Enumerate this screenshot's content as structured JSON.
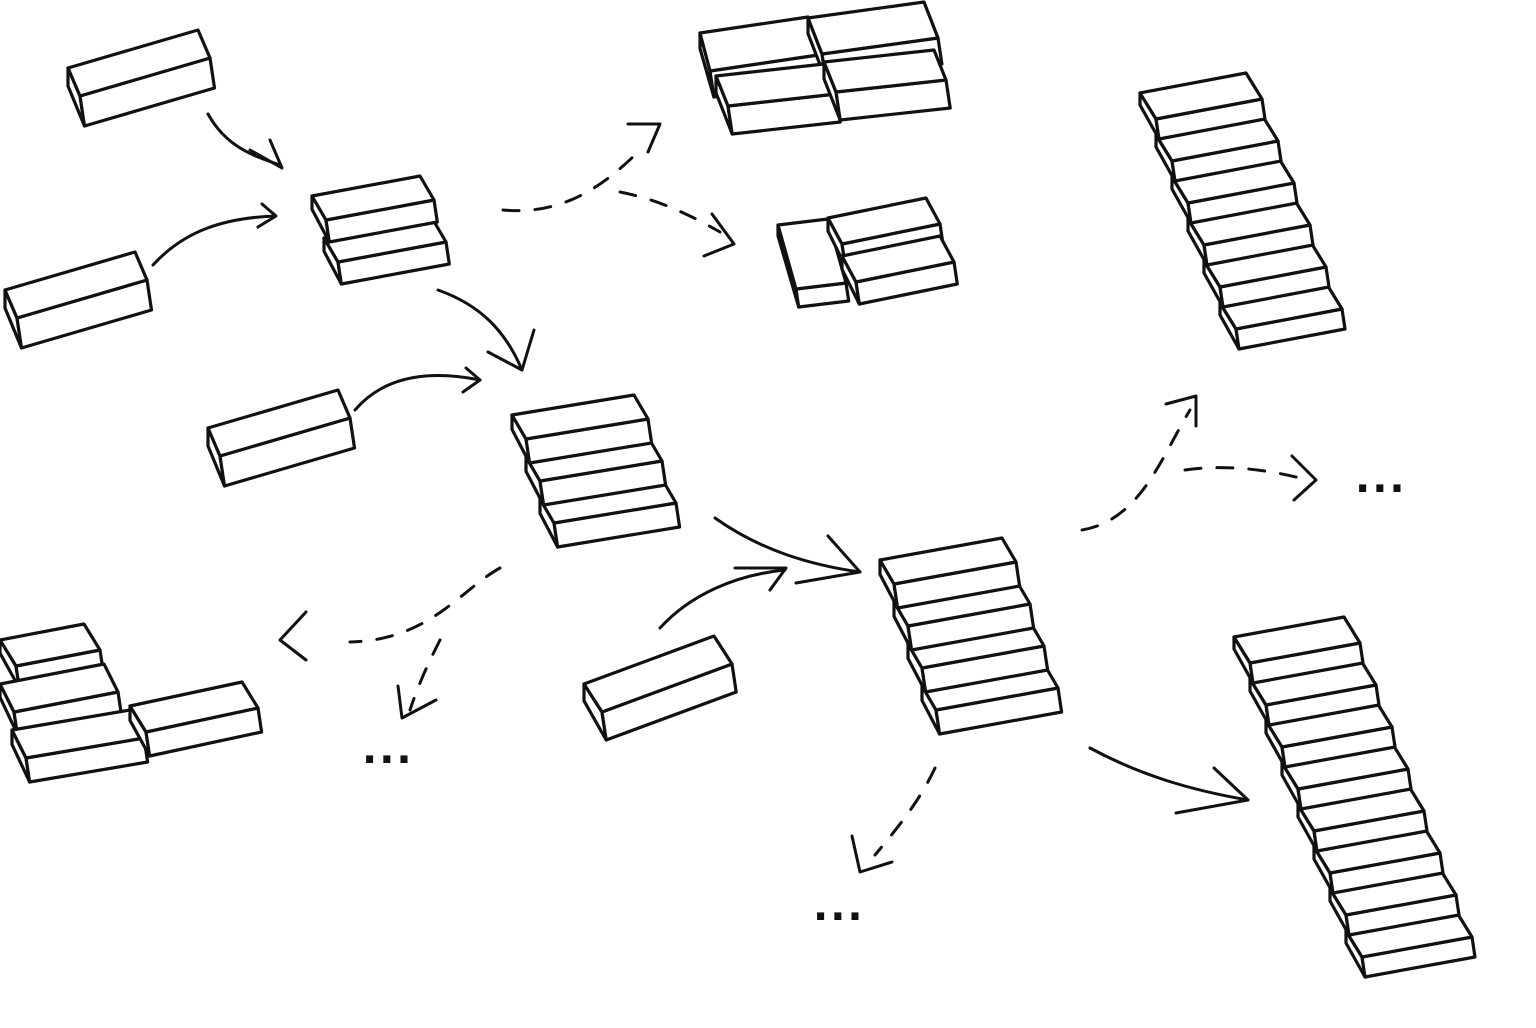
{
  "diagram": {
    "ellipses": [
      {
        "id": "ellipsis-right",
        "text": "..."
      },
      {
        "id": "ellipsis-bottom-left",
        "text": "..."
      },
      {
        "id": "ellipsis-bottom-center",
        "text": "..."
      }
    ]
  }
}
